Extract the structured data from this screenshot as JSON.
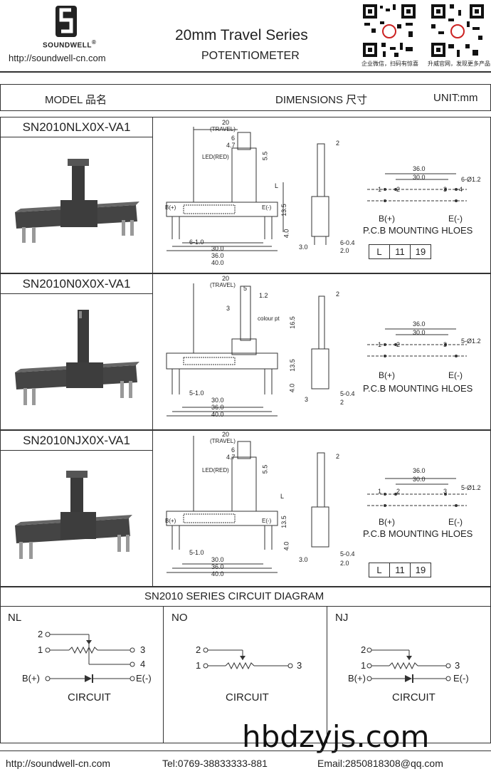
{
  "header": {
    "brand": "SOUNDWELL",
    "brand_mark": "®",
    "website": "http://soundwell-cn.com",
    "title": "20mm  Travel Series",
    "subtitle": "POTENTIOMETER",
    "qr_caption_1": "企业微信，扫码有惊喜",
    "qr_caption_2": "升威官网，发现更多产品"
  },
  "table_header": {
    "model": "MODEL 品名",
    "dimensions": "DIMENSIONS 尺寸",
    "unit": "UNIT:mm"
  },
  "products": [
    {
      "name": "SN2010NLX0X-VA1",
      "led": "LED(RED)"
    },
    {
      "name": "SN2010N0X0X-VA1",
      "colour": "colour pt"
    },
    {
      "name": "SN2010NJX0X-VA1",
      "led": "LED(RED)"
    }
  ],
  "dims": {
    "travel_20": "20",
    "travel": "(TRAVEL)",
    "d6": "6",
    "d47": "4.7",
    "d5": "5",
    "d12": "1.2",
    "d3": "3",
    "d55": "5.5",
    "d165": "16.5",
    "dL": "L",
    "d135": "13.5",
    "d40": "4.0",
    "d61": "6-1.0",
    "d51": "5-1.0",
    "d300": "30.0",
    "d360": "36.0",
    "d400": "40.0",
    "d2": "2",
    "d64": "6-0.4",
    "d54": "5-0.4",
    "d30s": "3.0",
    "d20s": "2.0",
    "pcb_36": "36.0",
    "pcb_30": "30.0",
    "hole6": "6-Ø1.2",
    "hole5": "5-Ø1.2",
    "pin1": "1",
    "pin2": "2",
    "pin3": "3",
    "pin4": "4",
    "bplus": "B(+)",
    "eminus": "E(-)",
    "pcb_caption": "P.C.B MOUNTING HLOES",
    "l_table": [
      "L",
      "11",
      "19"
    ]
  },
  "circuit": {
    "title": "SN2010 SERIES CIRCUIT DIAGRAM",
    "sections": [
      {
        "label": "NL",
        "caption": "CIRCUIT"
      },
      {
        "label": "NO",
        "caption": "CIRCUIT"
      },
      {
        "label": "NJ",
        "caption": "CIRCUIT"
      }
    ],
    "p1": "1",
    "p2": "2",
    "p3": "3",
    "p4": "4",
    "bplus": "B(+)",
    "eminus": "E(-)"
  },
  "footer": {
    "url": "http://soundwell-cn.com",
    "tel": "Tel:0769-38833333-881",
    "email": "Email:2850818308@qq.com"
  },
  "watermark": "hbdzyjs.com",
  "colors": {
    "line": "#333333",
    "part_dark": "#3a3a3a",
    "part_mid": "#5a5a5a"
  }
}
